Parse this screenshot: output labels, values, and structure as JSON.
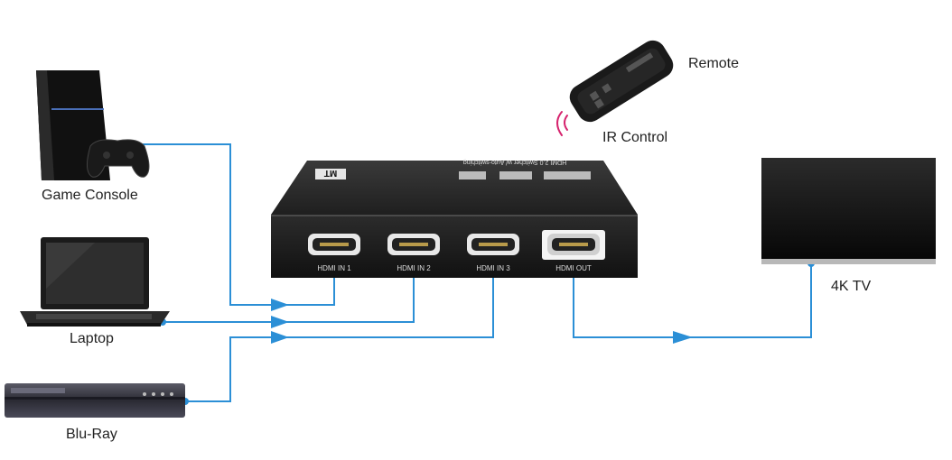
{
  "devices": {
    "game_console": "Game Console",
    "laptop": "Laptop",
    "bluray": "Blu-Ray",
    "tv": "4K TV",
    "remote": "Remote",
    "ir_control": "IR Control"
  },
  "switcher": {
    "brand": "MT",
    "model_text": "HDMI 2.0 Switcher w/ Auto-switching",
    "ports": [
      "HDMI IN 1",
      "HDMI IN 2",
      "HDMI IN 3",
      "HDMI OUT"
    ]
  },
  "colors": {
    "cable": "#2b8fd6",
    "switcher_body": "#2a2a2a",
    "ir_wave": "#d6246e"
  }
}
